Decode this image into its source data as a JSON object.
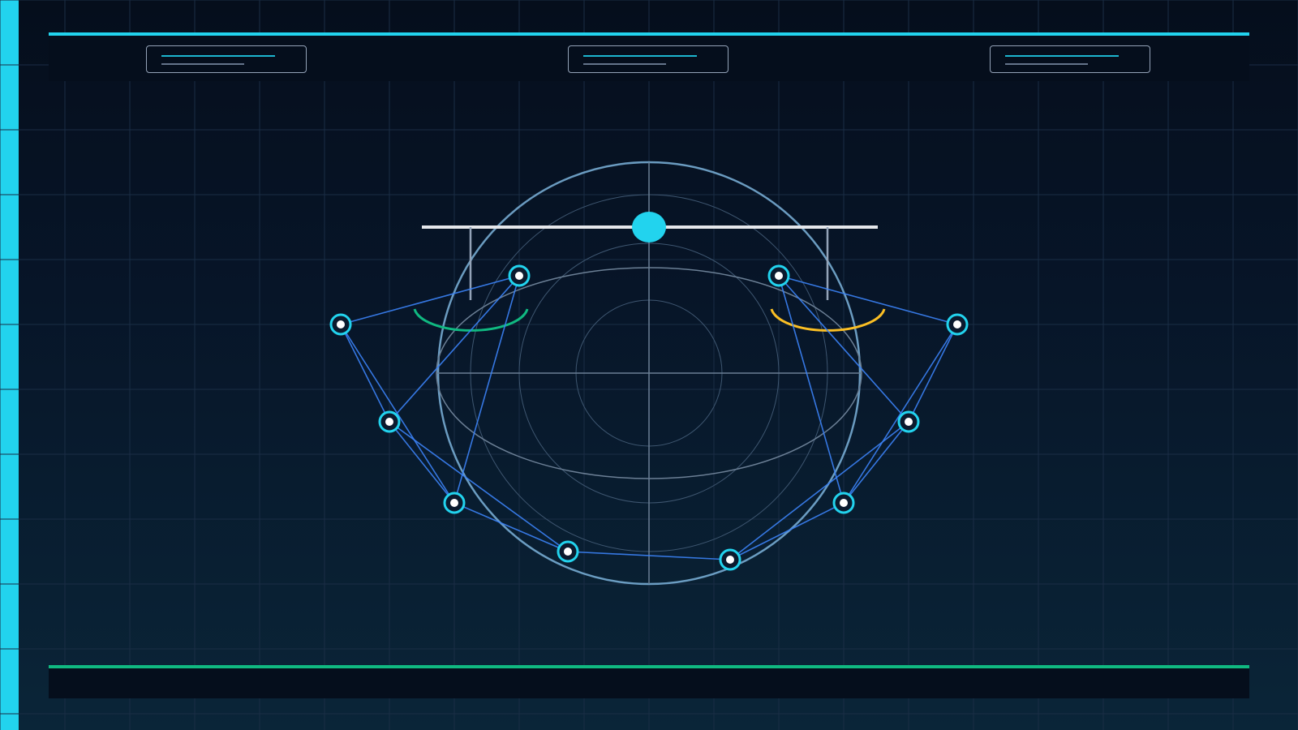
{
  "scene": {
    "theme_colors": {
      "background_top": "#050e1c",
      "background_bottom": "#0a2538",
      "accent": "#22d3ee",
      "bottom_accent": "#10b981",
      "edge": "#3b82f6",
      "left_arc": "#10b981",
      "right_arc": "#fbbf24",
      "guide_lines": "#94a3b8"
    },
    "top_panels": [
      {
        "id": "panel-left"
      },
      {
        "id": "panel-center"
      },
      {
        "id": "panel-right"
      }
    ],
    "graph": {
      "nodes": [
        {
          "id": "n1"
        },
        {
          "id": "n2"
        },
        {
          "id": "n3"
        },
        {
          "id": "n4"
        },
        {
          "id": "n5"
        },
        {
          "id": "n6"
        },
        {
          "id": "n7"
        },
        {
          "id": "n8"
        },
        {
          "id": "n9"
        },
        {
          "id": "n10"
        },
        {
          "id": "n11"
        },
        {
          "id": "n12"
        }
      ],
      "edges": [
        [
          "n1",
          "n2"
        ],
        [
          "n1",
          "n3"
        ],
        [
          "n1",
          "n4"
        ],
        [
          "n2",
          "n3"
        ],
        [
          "n2",
          "n4"
        ],
        [
          "n3",
          "n4"
        ],
        [
          "n3",
          "n5"
        ],
        [
          "n4",
          "n5"
        ],
        [
          "n5",
          "n6"
        ],
        [
          "n7",
          "n8"
        ],
        [
          "n7",
          "n9"
        ],
        [
          "n7",
          "n10"
        ],
        [
          "n8",
          "n9"
        ],
        [
          "n8",
          "n10"
        ],
        [
          "n9",
          "n10"
        ],
        [
          "n9",
          "n6"
        ],
        [
          "n10",
          "n6"
        ]
      ]
    }
  }
}
